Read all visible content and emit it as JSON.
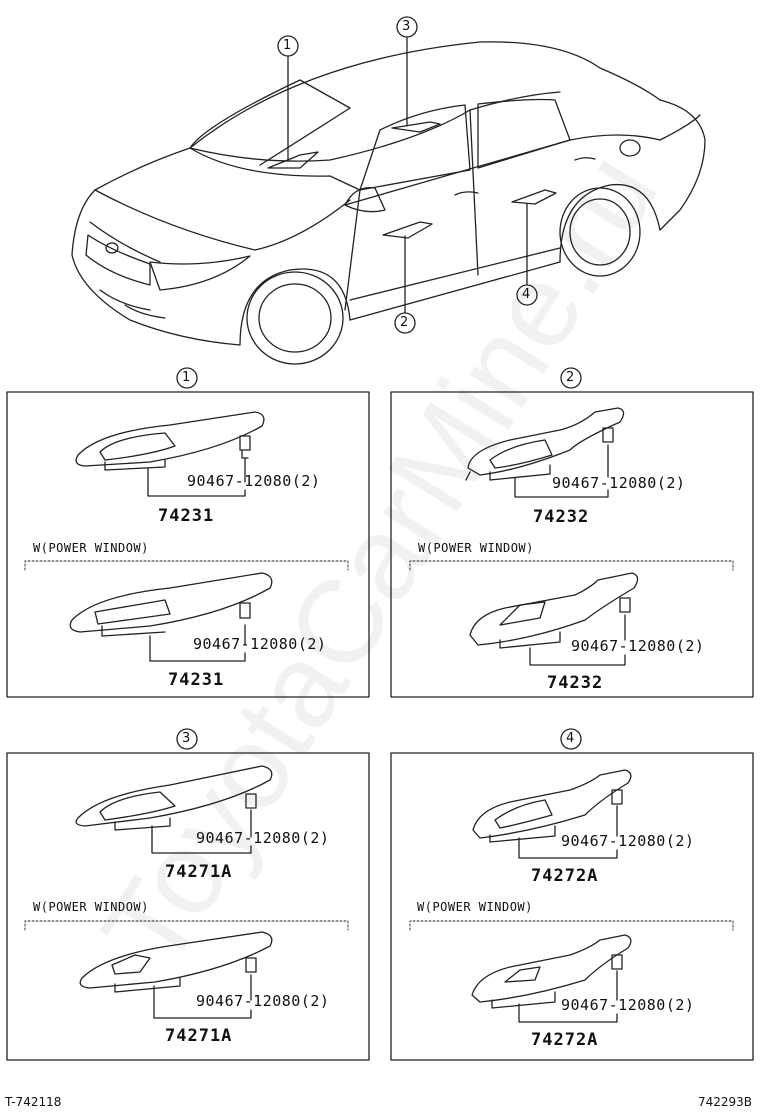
{
  "watermark": "ToyotaCarMine.ru",
  "callouts": [
    "1",
    "2",
    "3",
    "4"
  ],
  "panels": [
    {
      "callout": "1",
      "fastener": "90467-12080(2)",
      "part": "74231",
      "variant_label": "W(POWER WINDOW)",
      "variant_fastener": "90467-12080(2)",
      "variant_part": "74231"
    },
    {
      "callout": "2",
      "fastener": "90467-12080(2)",
      "part": "74232",
      "variant_label": "W(POWER WINDOW)",
      "variant_fastener": "90467-12080(2)",
      "variant_part": "74232"
    },
    {
      "callout": "3",
      "fastener": "90467-12080(2)",
      "part": "74271A",
      "variant_label": "W(POWER WINDOW)",
      "variant_fastener": "90467-12080(2)",
      "variant_part": "74271A"
    },
    {
      "callout": "4",
      "fastener": "90467-12080(2)",
      "part": "74272A",
      "variant_label": "W(POWER WINDOW)",
      "variant_fastener": "90467-12080(2)",
      "variant_part": "74272A"
    }
  ],
  "footer": {
    "left_code": "T-742118",
    "right_code": "742293B"
  }
}
